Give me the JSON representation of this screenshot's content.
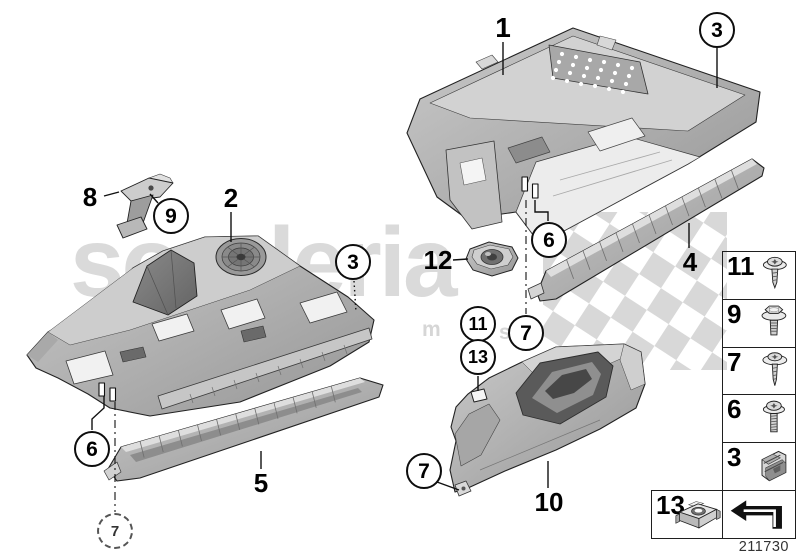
{
  "watermark": {
    "brand": "sonderia",
    "scatter": [
      "s",
      "e",
      "m",
      "s"
    ]
  },
  "callouts": {
    "part1": "1",
    "part2": "2",
    "part4": "4",
    "part5": "5",
    "part8": "8",
    "part10": "10",
    "part12": "12",
    "bolt3_top": "3",
    "bolt3_left": "3",
    "screw9": "9",
    "screw6_mid": "6",
    "screw6_left": "6",
    "screw7_mid": "7",
    "screw7_duct": "7",
    "screw7_hidden": "7",
    "screw11": "11",
    "clip13": "13"
  },
  "legend": {
    "rows": [
      {
        "label": "11",
        "icon": "screw-pan-torx-pointed-icon"
      },
      {
        "label": "9",
        "icon": "screw-hex-washer-icon"
      },
      {
        "label": "7",
        "icon": "screw-pan-torx-pointed-icon"
      },
      {
        "label": "6",
        "icon": "screw-round-torx-icon"
      },
      {
        "label": "3",
        "icon": "sheet-metal-clip-icon"
      }
    ],
    "extra_row": {
      "label": "13",
      "icon": "cage-nut-icon"
    },
    "arrow_icon": "continue-arrow-icon"
  },
  "footer": {
    "doc_number": "211730"
  },
  "colors": {
    "line": "#111111",
    "part_mid": "#b5b5b5",
    "watermark": "#dadada"
  }
}
